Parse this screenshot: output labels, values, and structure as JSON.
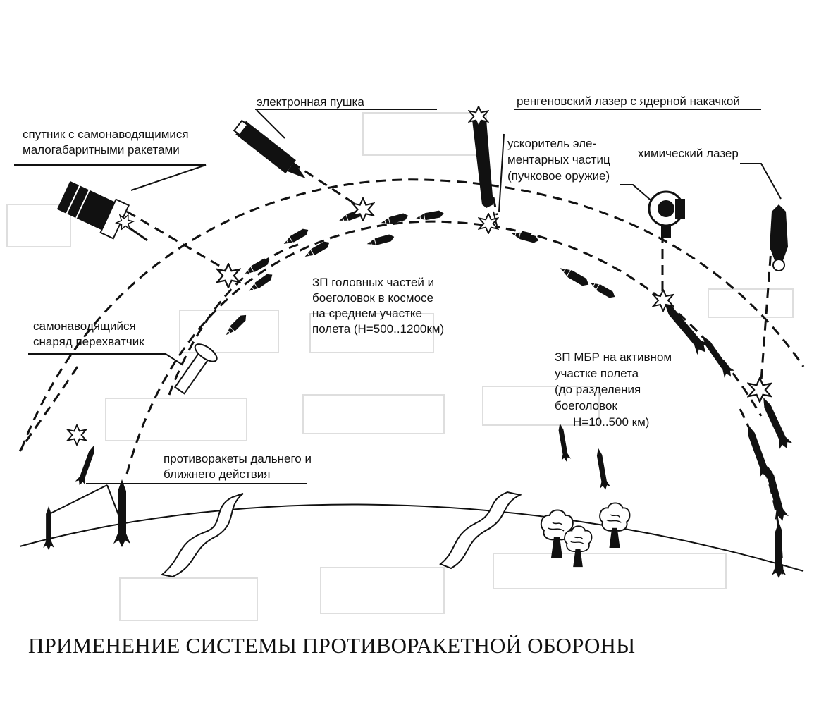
{
  "title": "ПРИМЕНЕНИЕ СИСТЕМЫ ПРОТИВОРАКЕТНОЙ ОБОРОНЫ",
  "labels": {
    "satellite": [
      "спутник с самонаводящимися",
      "малогабаритными ракетами"
    ],
    "electron_gun": [
      "электронная пушка"
    ],
    "xray_laser": [
      "ренгеновский лазер с ядерной накачкой"
    ],
    "particle_accelerator": [
      "ускоритель эле-",
      "ментарных частиц",
      "(пучковое оружие)"
    ],
    "chemical_laser": [
      "химический лазер"
    ],
    "midcourse": [
      "ЗП головных частей и",
      "боеголовок в космосе",
      "на среднем участке",
      "полета (H=500..1200км)"
    ],
    "interceptor": [
      "самонаводящийся",
      "снаряд перехватчик"
    ],
    "boost_phase": [
      "ЗП МБР на активном",
      "участке полета",
      "(до разделения",
      "боеголовок",
      "H=10..500 км)"
    ],
    "antimissiles": [
      "противоракеты дальнего и",
      "ближнего действия"
    ]
  },
  "colors": {
    "ink": "#111111",
    "paper": "#ffffff",
    "ghost": "#c8c8c8"
  },
  "icons": [
    "satellite-icon",
    "electron-gun-icon",
    "xray-laser-icon",
    "accelerator-icon",
    "chemical-laser-icon",
    "warhead-icon",
    "explosion-icon",
    "interceptor-icon",
    "rocket-icon",
    "tree-icon",
    "river-icon"
  ]
}
